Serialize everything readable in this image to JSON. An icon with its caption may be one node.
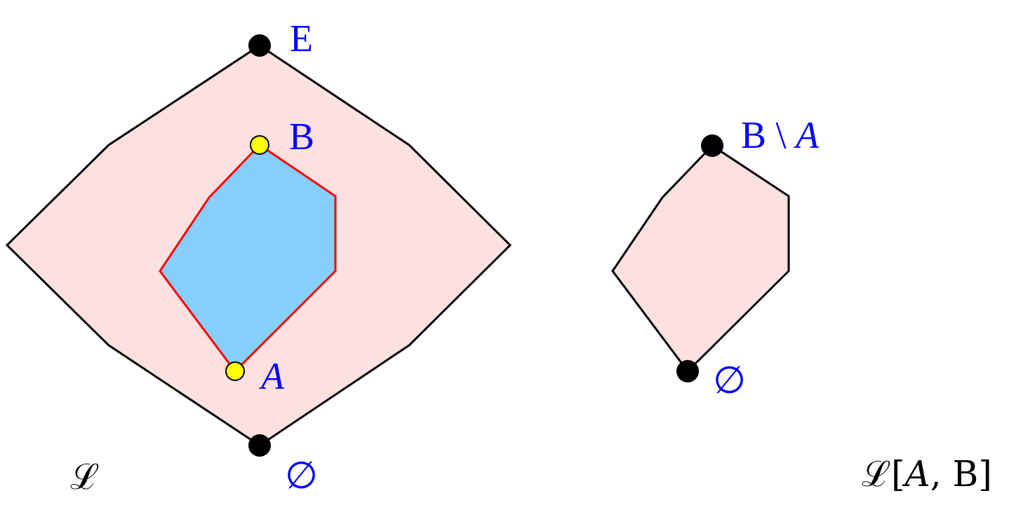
{
  "diagram": {
    "nodes": [
      {
        "text": [],
        "shape": "polygon"
      },
      {
        "text": [],
        "shape": "polygon",
        "in": 0
      },
      {
        "text": [
          "E"
        ]
      },
      {
        "text": [
          "B"
        ],
        "in": 0
      },
      {
        "text": [
          "A"
        ],
        "in": 0
      },
      {
        "text": [
          "∅"
        ]
      },
      {
        "text": [],
        "shape": "polygon"
      },
      {
        "text": [
          "B \\ *A*"
        ]
      },
      {
        "text": [
          "∅"
        ]
      }
    ],
    "edges": [],
    "labels": [
      "ℒ",
      "ℒ[*A*, B]"
    ]
  }
}
